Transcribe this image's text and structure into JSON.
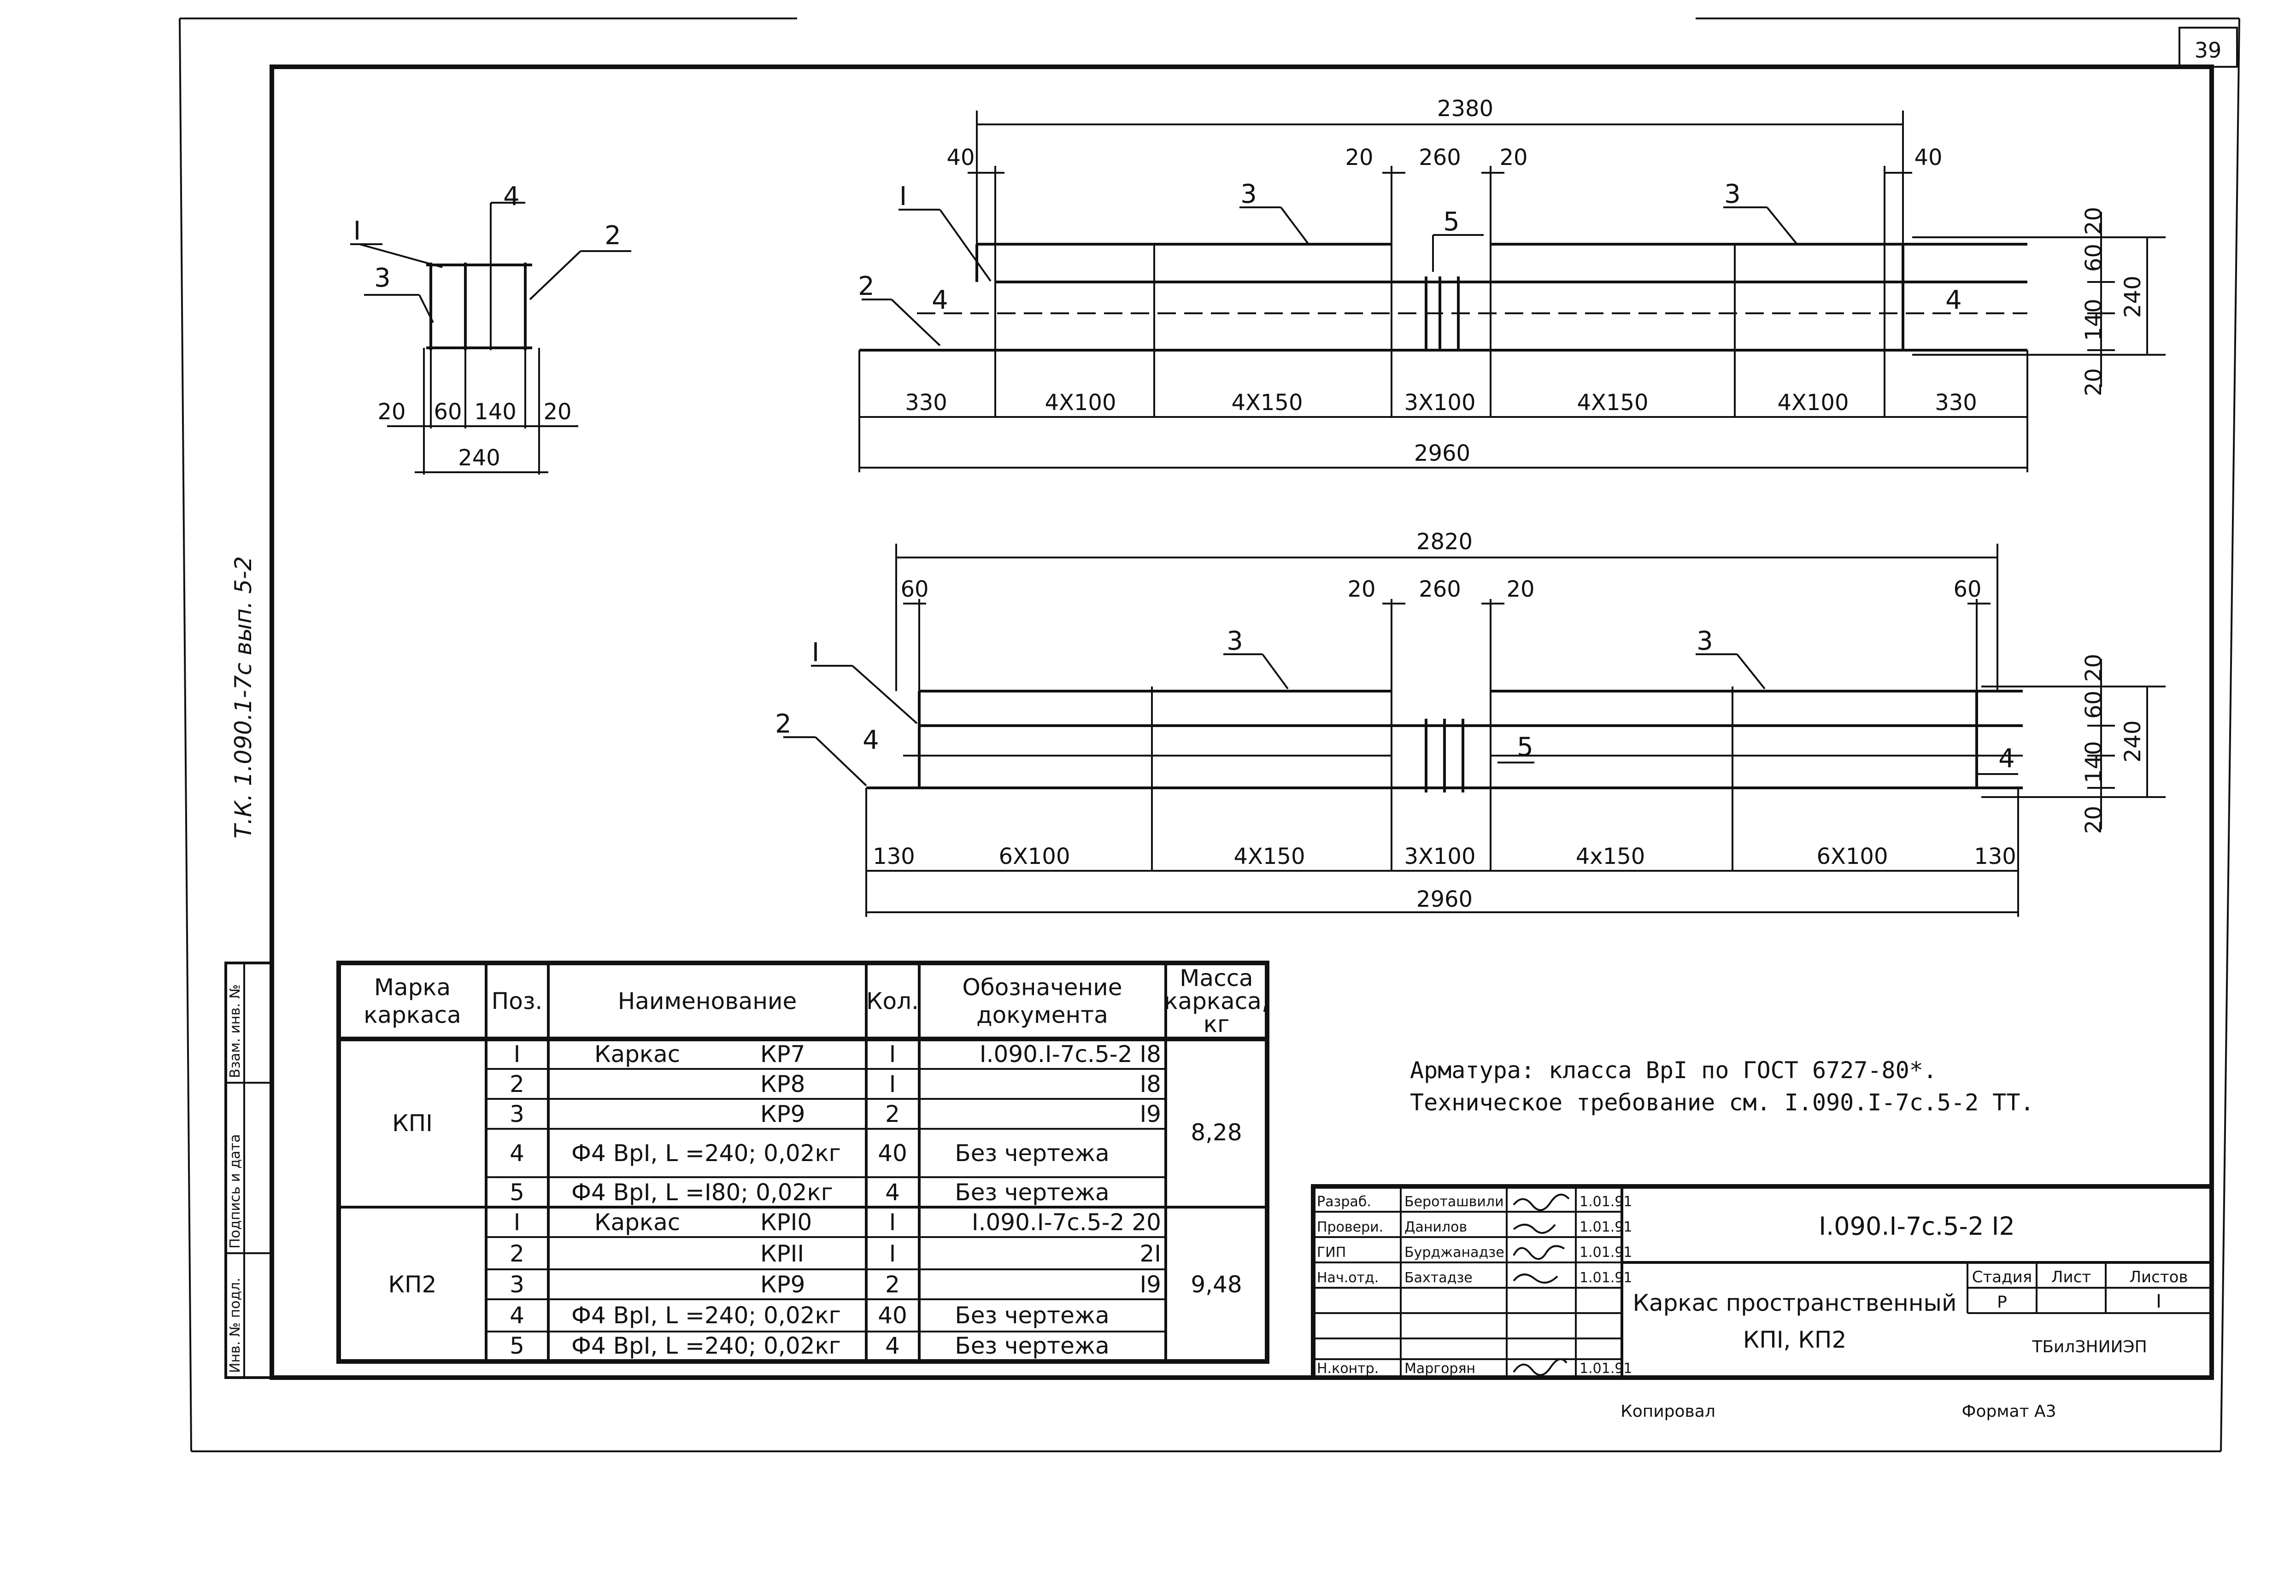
{
  "sheet": {
    "page_number": "39",
    "side_code": "Т.К.   1.090.1-7с   вып. 5-2",
    "left_stamp": [
      "Инв. № подл.",
      "Подпись и дата",
      "Взам. инв. №"
    ],
    "footer_left": "Копировал",
    "footer_right": "Формат А3"
  },
  "section": {
    "labels": {
      "one": "I",
      "two": "2",
      "three": "3",
      "four": "4"
    },
    "dims": {
      "d20a": "20",
      "d60": "60",
      "d140": "140",
      "d20b": "20",
      "d240": "240"
    }
  },
  "elevation1": {
    "top_dims": {
      "total": "2380",
      "left": "40",
      "mid_left": "20",
      "mid": "260",
      "mid_right": "20",
      "right": "40"
    },
    "labels": {
      "one": "I",
      "two": "2",
      "three_left": "3",
      "three_right": "3",
      "four_left": "4",
      "four_right": "4",
      "five": "5"
    },
    "bottom_dims": [
      "330",
      "4Х100",
      "4Х150",
      "3Х100",
      "4Х150",
      "4Х100",
      "330"
    ],
    "total_length": "2960",
    "right_dims": {
      "r20a": "20",
      "r60": "60",
      "r140": "140",
      "r20b": "20",
      "r240": "240"
    }
  },
  "elevation2": {
    "top_dims": {
      "total": "2820",
      "left": "60",
      "mid_left": "20",
      "mid": "260",
      "mid_right": "20",
      "right": "60"
    },
    "labels": {
      "one": "I",
      "two": "2",
      "three_left": "3",
      "three_right": "3",
      "four_left": "4",
      "four_right": "4",
      "five": "5"
    },
    "bottom_dims": [
      "130",
      "6Х100",
      "4Х150",
      "3Х100",
      "4х150",
      "6Х100",
      "130"
    ],
    "total_length": "2960",
    "right_dims": {
      "r20a": "20",
      "r60": "60",
      "r140": "140",
      "r20b": "20",
      "r240": "240"
    }
  },
  "spec_table": {
    "headers": {
      "mark_1": "Марка",
      "mark_2": "каркаса",
      "pos": "Поз.",
      "name": "Наименование",
      "qty": "Кол.",
      "doc_1": "Обозначение",
      "doc_2": "документа",
      "mass_1": "Масса",
      "mass_2": "каркаса,",
      "mass_3": "кг"
    },
    "groups": [
      {
        "mark": "КПI",
        "mass": "8,28",
        "rows": [
          {
            "pos": "I",
            "name": "Каркас",
            "code": "КР7",
            "qty": "I",
            "doc": "I.090.I-7с.5-2 I8"
          },
          {
            "pos": "2",
            "name": "",
            "code": "КР8",
            "qty": "I",
            "doc": "I8"
          },
          {
            "pos": "3",
            "name": "",
            "code": "КР9",
            "qty": "2",
            "doc": "I9"
          },
          {
            "pos": "4",
            "name": "Ф4 ВрI, L =240; 0,02кг",
            "code": "",
            "qty": "40",
            "doc": "Без чертежа"
          },
          {
            "pos": "5",
            "name": "Ф4 ВрI, L =I80; 0,02кг",
            "code": "",
            "qty": "4",
            "doc": "Без чертежа"
          }
        ]
      },
      {
        "mark": "КП2",
        "mass": "9,48",
        "rows": [
          {
            "pos": "I",
            "name": "Каркас",
            "code": "КРI0",
            "qty": "I",
            "doc": "I.090.I-7с.5-2 20"
          },
          {
            "pos": "2",
            "name": "",
            "code": "КРII",
            "qty": "I",
            "doc": "2I"
          },
          {
            "pos": "3",
            "name": "",
            "code": "КР9",
            "qty": "2",
            "doc": "I9"
          },
          {
            "pos": "4",
            "name": "Ф4 ВрI, L =240; 0,02кг",
            "code": "",
            "qty": "40",
            "doc": "Без чертежа"
          },
          {
            "pos": "5",
            "name": "Ф4 ВрI, L =240; 0,02кг",
            "code": "",
            "qty": "4",
            "doc": "Без чертежа"
          }
        ]
      }
    ]
  },
  "notes": {
    "line1": "Арматура: класса ВрI по ГОСТ 6727-80*.",
    "line2": "Техническое требование см. I.090.I-7с.5-2 ТТ."
  },
  "title_block": {
    "designation": "I.090.I-7с.5-2 I2",
    "title_line1": "Каркас пространственный",
    "title_line2": "КПI, КП2",
    "stage_label": "Стадия",
    "sheet_label": "Лист",
    "sheets_label": "Листов",
    "stage_value": "Р",
    "sheets_value": "I",
    "org": "ТБилЗНИИЭП",
    "roles": [
      {
        "role": "Разраб.",
        "name": "Бероташвили",
        "date": "1.01.91"
      },
      {
        "role": "Провери.",
        "name": "Данилов",
        "date": "1.01.91"
      },
      {
        "role": "ГИП",
        "name": "Бурджанадзе",
        "date": "1.01.91"
      },
      {
        "role": "Нач.отд.",
        "name": "Бахтадзе",
        "date": "1.01.91"
      },
      {
        "role": "",
        "name": "",
        "date": ""
      },
      {
        "role": "",
        "name": "",
        "date": ""
      },
      {
        "role": "Н.контр.",
        "name": "Маргорян",
        "date": "1.01.91"
      }
    ]
  }
}
